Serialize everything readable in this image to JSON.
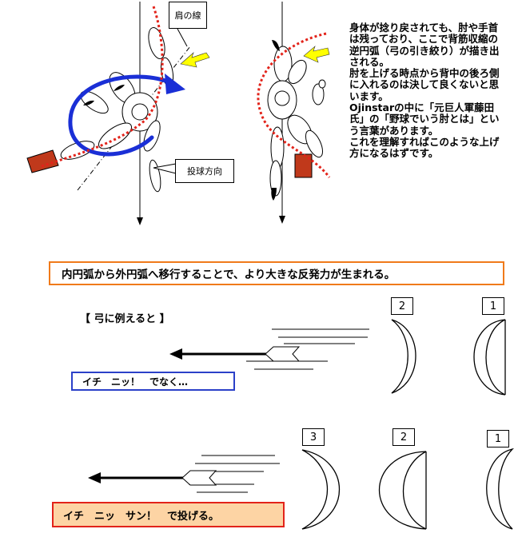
{
  "diagram": {
    "shoulder_line_label": "肩の線",
    "throw_direction_label": "投球方向"
  },
  "explanation": {
    "lines": [
      "身体が捻り戻されても、肘や手首は残っており、ここで背筋収縮の逆円弧（弓の引き絞り）が描き出される。",
      "肘を上げる時点から背中の後ろ側に入れるのは決して良くないと思います。",
      "Ojinstarの中に「元巨人軍藤田氏」の「野球でいう肘とは」という言葉があります。",
      "これを理解すればこのような上げ方になるはずです。"
    ]
  },
  "summary": "内円弧から外円弧へ移行することで、より大きな反発力が生まれる。",
  "bow": {
    "heading": "【 弓に例えると 】",
    "row1": {
      "stage_a": "2",
      "stage_b": "1",
      "caption": "イチ　ニッ！　でなく…"
    },
    "row2": {
      "stage_a": "3",
      "stage_b": "2",
      "stage_c": "1",
      "caption": "イチ　ニッ　サン！　で投げる。"
    }
  },
  "colors": {
    "blue_arc": "#1a2fd6",
    "red_dotted": "#e2231a",
    "yellow_arrow": "#ffff00",
    "orange_frame": "#f07a1a",
    "blue_frame": "#2b40c8",
    "highlight_fill": "#fdd4a4",
    "brown_arm": "#c0391b"
  }
}
